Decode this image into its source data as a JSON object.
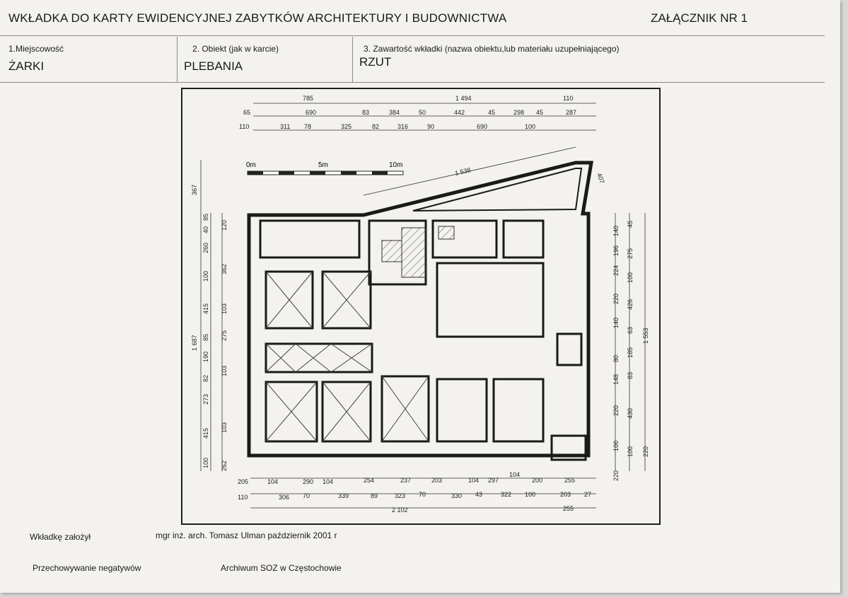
{
  "header": {
    "title": "WKŁADKA DO KARTY EWIDENCYJNEJ ZABYTKÓW ARCHITEKTURY I BUDOWNICTWA",
    "annex": "ZAŁĄCZNIK NR  1"
  },
  "fields": [
    {
      "label": "1.Miejscowość",
      "value": "ŻARKI"
    },
    {
      "label": "2. Obiekt (jak w karcie)",
      "value": "PLEBANIA"
    },
    {
      "label": "3. Zawartość wkładki (nazwa obiektu,lub materiału uzupełniającego)",
      "value": "RZUT"
    }
  ],
  "plan": {
    "scale_labels": [
      "0m",
      "5m",
      "10m"
    ],
    "top_dims_1": [
      "785",
      "1 494",
      "110"
    ],
    "top_dims_2": [
      "65",
      "690",
      "83",
      "384",
      "50",
      "442",
      "45",
      "298",
      "45",
      "287"
    ],
    "top_dims_3": [
      "110",
      "311",
      "78",
      "325",
      "82",
      "316",
      "90",
      "690",
      "100"
    ],
    "bottom_dims_1": [
      "205",
      "104",
      "290",
      "104",
      "254",
      "237",
      "203",
      "104",
      "297",
      "104",
      "200",
      "255"
    ],
    "bottom_dims_2": [
      "110",
      "306",
      "70",
      "339",
      "89",
      "323",
      "70",
      "330",
      "43",
      "322",
      "100",
      "203",
      "27"
    ],
    "bottom_dims_3": [
      "2 102",
      "255"
    ],
    "left_dims_outer": [
      "367",
      "1 687"
    ],
    "left_dims_mid": [
      "85",
      "40",
      "260",
      "100",
      "415",
      "85",
      "190",
      "82",
      "273",
      "415",
      "100"
    ],
    "left_dims_inner": [
      "120",
      "362",
      "103",
      "275",
      "103",
      "103",
      "262"
    ],
    "right_dims_1": [
      "140",
      "196",
      "224",
      "220",
      "140",
      "80",
      "148",
      "220",
      "100",
      "220"
    ],
    "right_dims_2": [
      "45",
      "275",
      "100",
      "426",
      "63",
      "185",
      "83",
      "430",
      "100"
    ],
    "right_dims_3": [
      "1 553",
      "220"
    ],
    "diag_dims": [
      "1 538",
      "407"
    ]
  },
  "footer": {
    "founder_label": "Wkładkę założył",
    "founder_value": "mgr inż. arch. Tomasz Ulman październik  2001 r",
    "negatives_label": "Przechowywanie negatywów",
    "negatives_value": "Archiwum SOZ  w Częstochowie"
  }
}
